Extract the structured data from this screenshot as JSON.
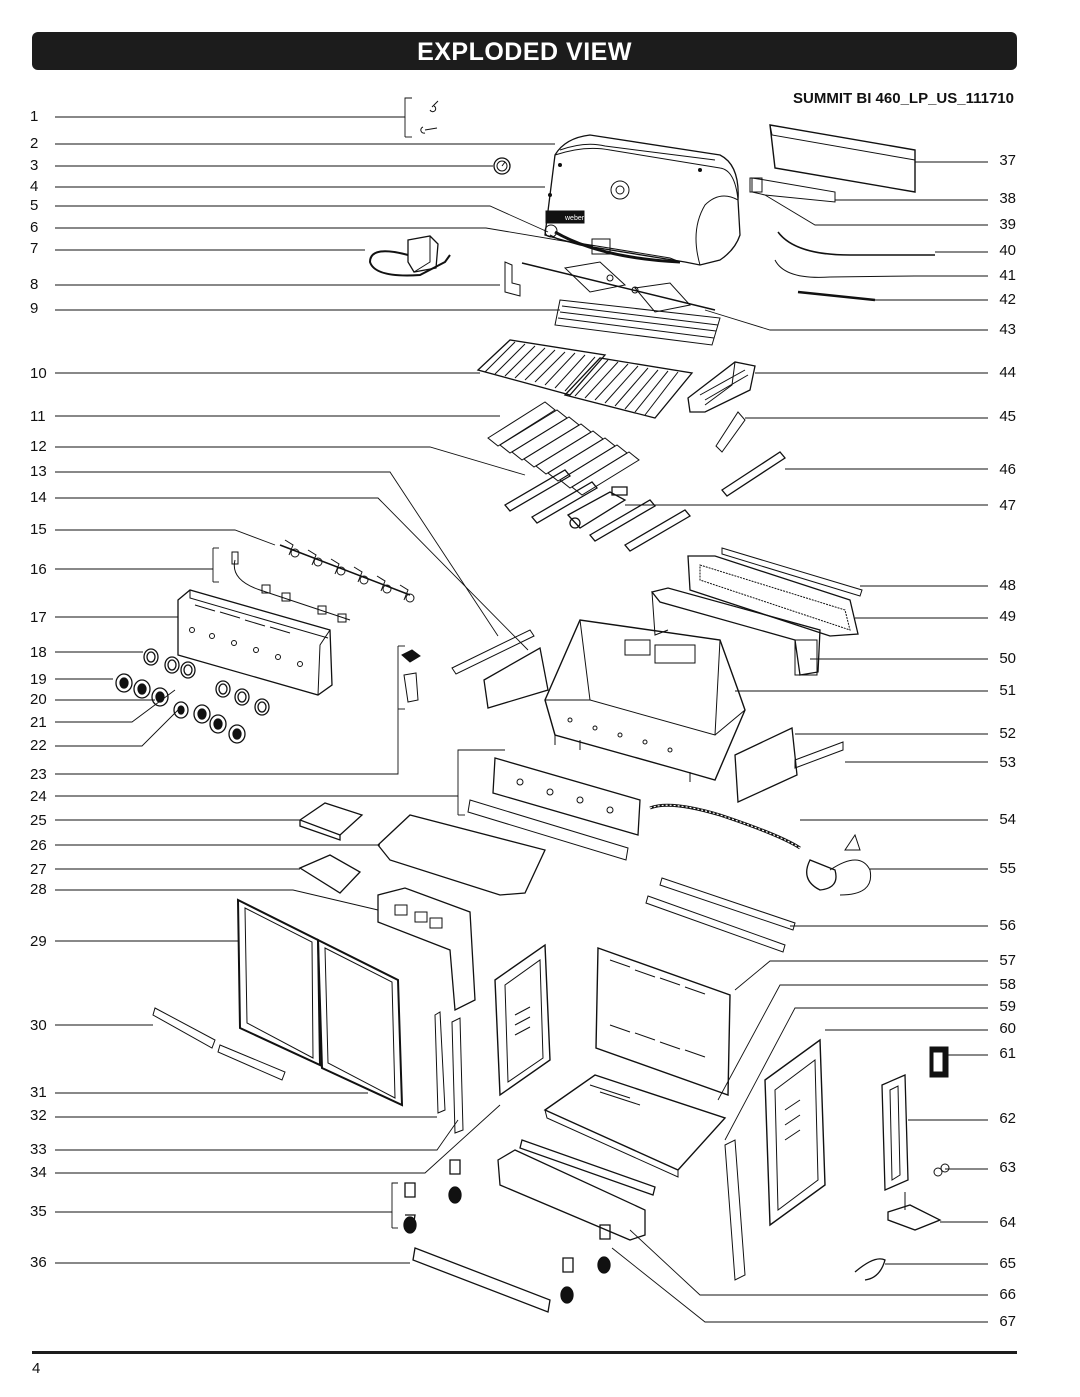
{
  "header": {
    "title": "EXPLODED VIEW"
  },
  "model_code": "SUMMIT BI 460_LP_US_111710",
  "callouts_left": [
    "1",
    "2",
    "3",
    "4",
    "5",
    "6",
    "7",
    "8",
    "9",
    "10",
    "11",
    "12",
    "13",
    "14",
    "15",
    "16",
    "17",
    "18",
    "19",
    "20",
    "21",
    "22",
    "23",
    "24",
    "25",
    "26",
    "27",
    "28",
    "29",
    "30",
    "31",
    "32",
    "33",
    "34",
    "35",
    "36"
  ],
  "callouts_right": [
    "37",
    "38",
    "39",
    "40",
    "41",
    "42",
    "43",
    "44",
    "45",
    "46",
    "47",
    "48",
    "49",
    "50",
    "51",
    "52",
    "53",
    "54",
    "55",
    "56",
    "57",
    "58",
    "59",
    "60",
    "61",
    "62",
    "63",
    "64",
    "65",
    "66",
    "67"
  ],
  "footer": {
    "page_number": "4"
  },
  "drawing": {
    "logo_text": "weber"
  }
}
